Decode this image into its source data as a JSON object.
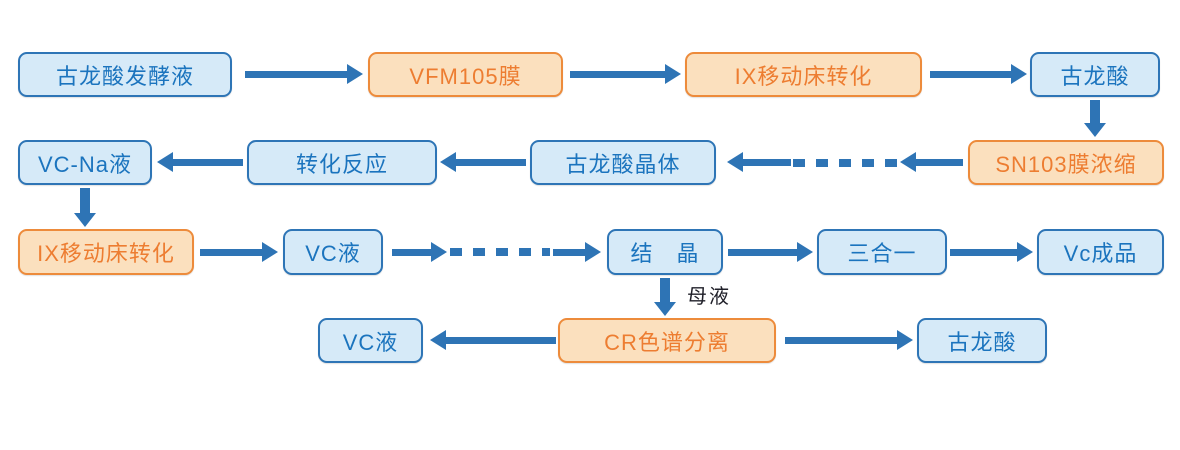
{
  "nodes": {
    "fermentation_broth": {
      "label": "古龙酸发酵液",
      "style": "blue"
    },
    "vfm105_membrane": {
      "label": "VFM105膜",
      "style": "orange"
    },
    "ix_moving_bed_1": {
      "label": "IX移动床转化",
      "style": "orange"
    },
    "gulonic_acid_1": {
      "label": "古龙酸",
      "style": "blue"
    },
    "vc_na_liquid": {
      "label": "VC-Na液",
      "style": "blue"
    },
    "conversion_reaction": {
      "label": "转化反应",
      "style": "blue"
    },
    "gulonic_acid_crystal": {
      "label": "古龙酸晶体",
      "style": "blue"
    },
    "sn103_membrane": {
      "label": "SN103膜浓缩",
      "style": "orange"
    },
    "ix_moving_bed_2": {
      "label": "IX移动床转化",
      "style": "orange"
    },
    "vc_liquid_1": {
      "label": "VC液",
      "style": "blue"
    },
    "crystallization": {
      "label": "结　晶",
      "style": "blue"
    },
    "three_in_one": {
      "label": "三合一",
      "style": "blue"
    },
    "vc_product": {
      "label": "Vc成品",
      "style": "blue"
    },
    "vc_liquid_2": {
      "label": "VC液",
      "style": "blue"
    },
    "cr_chromatography": {
      "label": "CR色谱分离",
      "style": "orange"
    },
    "gulonic_acid_2": {
      "label": "古龙酸",
      "style": "blue"
    }
  },
  "labels": {
    "mother_liquor": "母液"
  },
  "colors": {
    "arrow": "#2E74B5",
    "blue_fill": "#D6EAF8",
    "blue_border": "#2E75B6",
    "blue_text": "#1B74BE",
    "orange_fill": "#FBE0BE",
    "orange_border": "#ED8B3B",
    "orange_text": "#ED7D31",
    "label_text": "#1F1F28"
  }
}
